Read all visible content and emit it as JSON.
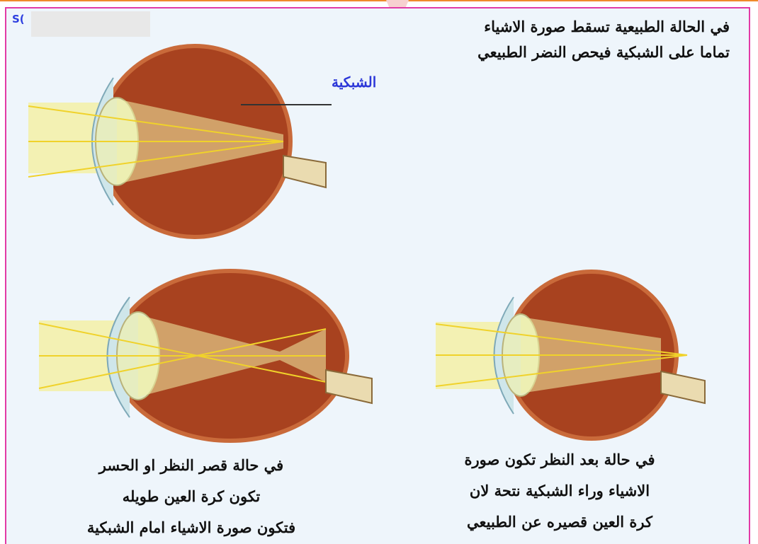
{
  "corner_label": "S(",
  "labels": {
    "retina": "الشبكية"
  },
  "captions": {
    "normal": [
      "في الحالة الطبيعية تسقط صورة الاشياء",
      "تماما على الشبكية فيحص النضر الطبيعي"
    ],
    "myopia": [
      "في حالة قصر النظر او الحسر",
      "تكون كرة العين طويله",
      "فتكون صورة الاشياء امام الشبكية"
    ],
    "hyperopia": [
      "في حالة بعد النظر تكون صورة",
      "الاشياء وراء الشبكية نتحة لان",
      "كرة العين قصيره عن الطبيعي"
    ]
  },
  "colors": {
    "frame_border": "#e23aa6",
    "background": "#eef5fb",
    "eyeball": "#a8421f",
    "sclera_rim": "#c96a3a",
    "lens": "#e6edc0",
    "light_beam": "#f3f0a6",
    "ray": "#f0d22a",
    "label_blue": "#2d38d8"
  }
}
